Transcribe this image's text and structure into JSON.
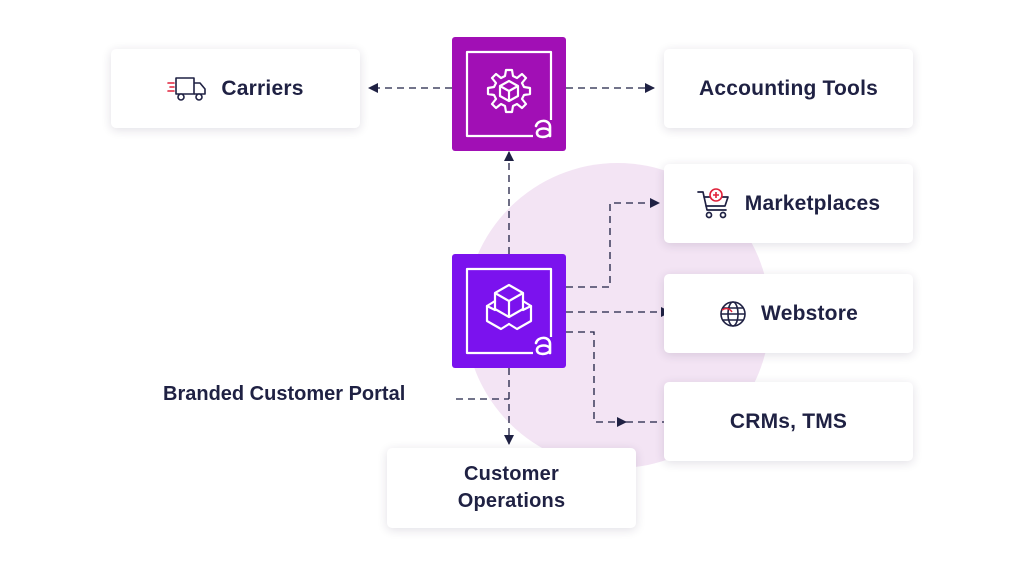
{
  "nodes": {
    "carriers": "Carriers",
    "accounting_tools": "Accounting Tools",
    "marketplaces": "Marketplaces",
    "webstore": "Webstore",
    "crms_tms": "CRMs, TMS",
    "customer_operations_line1": "Customer",
    "customer_operations_line2": "Operations"
  },
  "labels": {
    "branded_customer_portal": "Branded Customer Portal"
  },
  "colors": {
    "top_hub": "#a10fb5",
    "middle_hub": "#7b12ee",
    "background_circle": "#f3e4f4",
    "text": "#1f2143"
  },
  "icons": {
    "carriers": "delivery-truck-icon",
    "marketplaces": "shopping-cart-icon",
    "webstore": "globe-icon",
    "top_hub": "gear-box-logo-icon",
    "middle_hub": "boxes-logo-icon"
  }
}
